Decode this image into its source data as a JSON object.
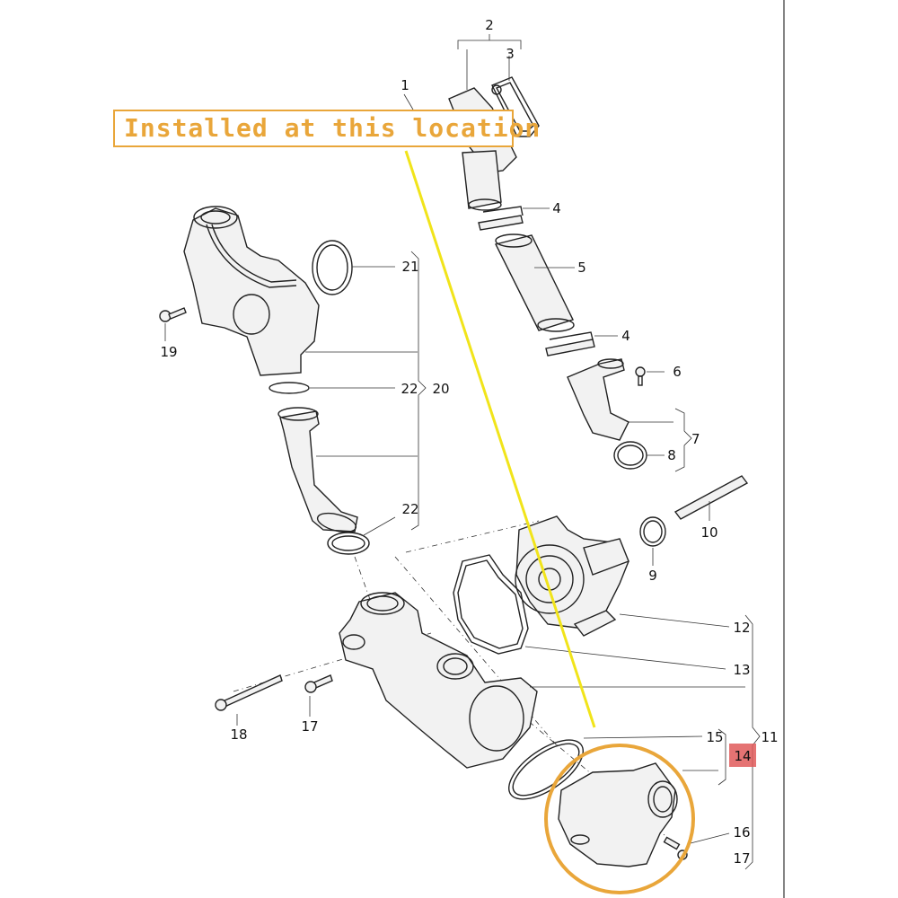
{
  "callout": {
    "text": "Installed at this location",
    "color": "#e9a63a",
    "pointer_color": "#f1e41a"
  },
  "highlight": {
    "label": "14",
    "color": "#e05a5a"
  },
  "labels": {
    "l1": "1",
    "l2": "2",
    "l3": "3",
    "l4a": "4",
    "l4b": "4",
    "l5": "5",
    "l6": "6",
    "l7": "7",
    "l8": "8",
    "l9": "9",
    "l10": "10",
    "l11": "11",
    "l12": "12",
    "l13": "13",
    "l15": "15",
    "l16": "16",
    "l17a": "17",
    "l17b": "17",
    "l18": "18",
    "l19": "19",
    "l20": "20",
    "l21": "21",
    "l22a": "22",
    "l22b": "22"
  }
}
